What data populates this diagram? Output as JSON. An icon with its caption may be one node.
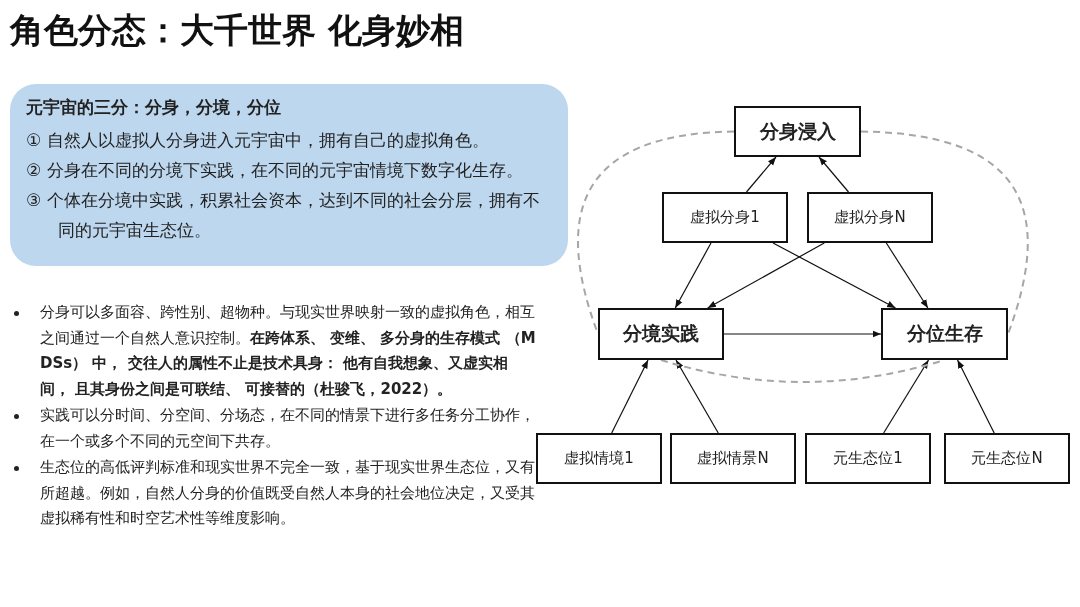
{
  "diagram": {
    "title": "角色分态：大千世界 化身妙相",
    "nodes": [
      {
        "text": [
          "元宇宙的三分：分身，分境，分位",
          "① 自然人以虚拟人分身进入元宇宙中，拥有自己的虚拟角色。",
          "② 分身在不同的分境下实践，在不同的元宇宙情境下数字化生存。",
          "③ 个体在分境中实践，积累社会资本，达到不同的社会分层，拥有不同的元宇宙生态位。"
        ]
      },
      {
        "text": [
          "分身浸入"
        ]
      },
      {
        "text": [
          "虚拟分身1"
        ]
      },
      {
        "text": [
          "虚拟分身N"
        ]
      },
      {
        "text": [
          "分境实践"
        ]
      },
      {
        "text": [
          "分位生存"
        ]
      },
      {
        "text": [
          "虚拟情境1"
        ]
      },
      {
        "text": [
          "虚拟情景N"
        ]
      },
      {
        "text": [
          "元生态位1"
        ]
      },
      {
        "text": [
          "元生态位N"
        ]
      }
    ],
    "edges": [
      {
        "from": 2,
        "to": 1,
        "arrow": "to"
      },
      {
        "from": 3,
        "to": 1,
        "arrow": "to"
      },
      {
        "from": 2,
        "to": 4,
        "arrow": "to"
      },
      {
        "from": 2,
        "to": 5,
        "arrow": "to"
      },
      {
        "from": 3,
        "to": 4,
        "arrow": "to"
      },
      {
        "from": 3,
        "to": 5,
        "arrow": "to"
      },
      {
        "from": 4,
        "to": 5,
        "arrow": "to"
      },
      {
        "from": 6,
        "to": 4,
        "arrow": "to"
      },
      {
        "from": 7,
        "to": 4,
        "arrow": "to"
      },
      {
        "from": 8,
        "to": 5,
        "arrow": "to"
      },
      {
        "from": 9,
        "to": 5,
        "arrow": "to"
      },
      {
        "from": 1,
        "to": 4,
        "arrow": "none",
        "style": "dashed",
        "color": "#a6a6a6"
      },
      {
        "from": 1,
        "to": 5,
        "arrow": "none",
        "style": "dashed",
        "color": "#a6a6a6"
      },
      {
        "from": 4,
        "to": 5,
        "arrow": "none",
        "style": "dashed",
        "color": "#a6a6a6"
      }
    ],
    "labels": [
      "分身可以多面容、跨性别、超物种。与现实世界映射一致的虚拟角色，相互之间通过一个自然人意识控制。**在跨体系、 变维、 多分身的生存模式 （MDSs） 中， 交往人的属性不止是技术具身： 他有自我想象、又虚实相间， 且其身份之间是可联结、 可接替的（杜骏飞，2022）。**",
      "实践可以分时间、分空间、分场态，在不同的情景下进行多任务分工协作，在一个或多个不同的元空间下共存。",
      "生态位的高低评判标准和现实世界不完全一致，基于现实世界生态位，又有所超越。例如，自然人分身的价值既受自然人本身的社会地位决定，又受其虚拟稀有性和时空艺术性等维度影响。"
    ]
  }
}
